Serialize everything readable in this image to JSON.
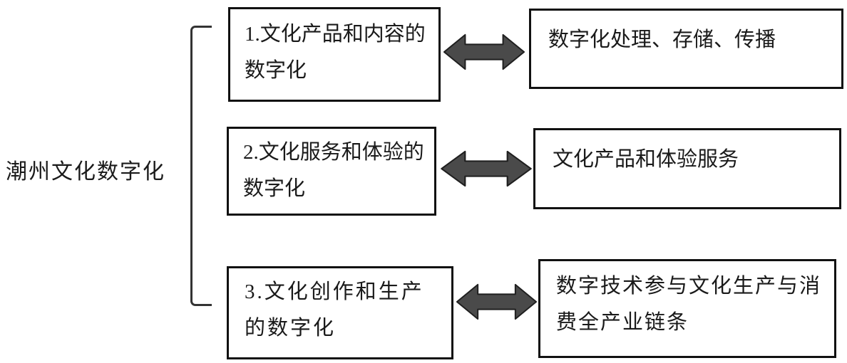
{
  "root_label": "潮州文化数字化",
  "rows": [
    {
      "left": "1.文化产品和内容的数字化",
      "right": "数字化处理、存储、传播"
    },
    {
      "left": "2.文化服务和体验的数字化",
      "right": "文化产品和体验服务"
    },
    {
      "left": "3.文化创作和生产的数字化",
      "right": "数字技术参与文化生产与消费全产业链条"
    }
  ],
  "connector_type": "double-headed-arrow",
  "colors": {
    "box_border": "#111111",
    "text": "#1a1a1a",
    "bracket": "#333333",
    "arrow_fill": "#4a4a4a",
    "arrow_outline": "#1f1f1f",
    "background": "#ffffff"
  }
}
